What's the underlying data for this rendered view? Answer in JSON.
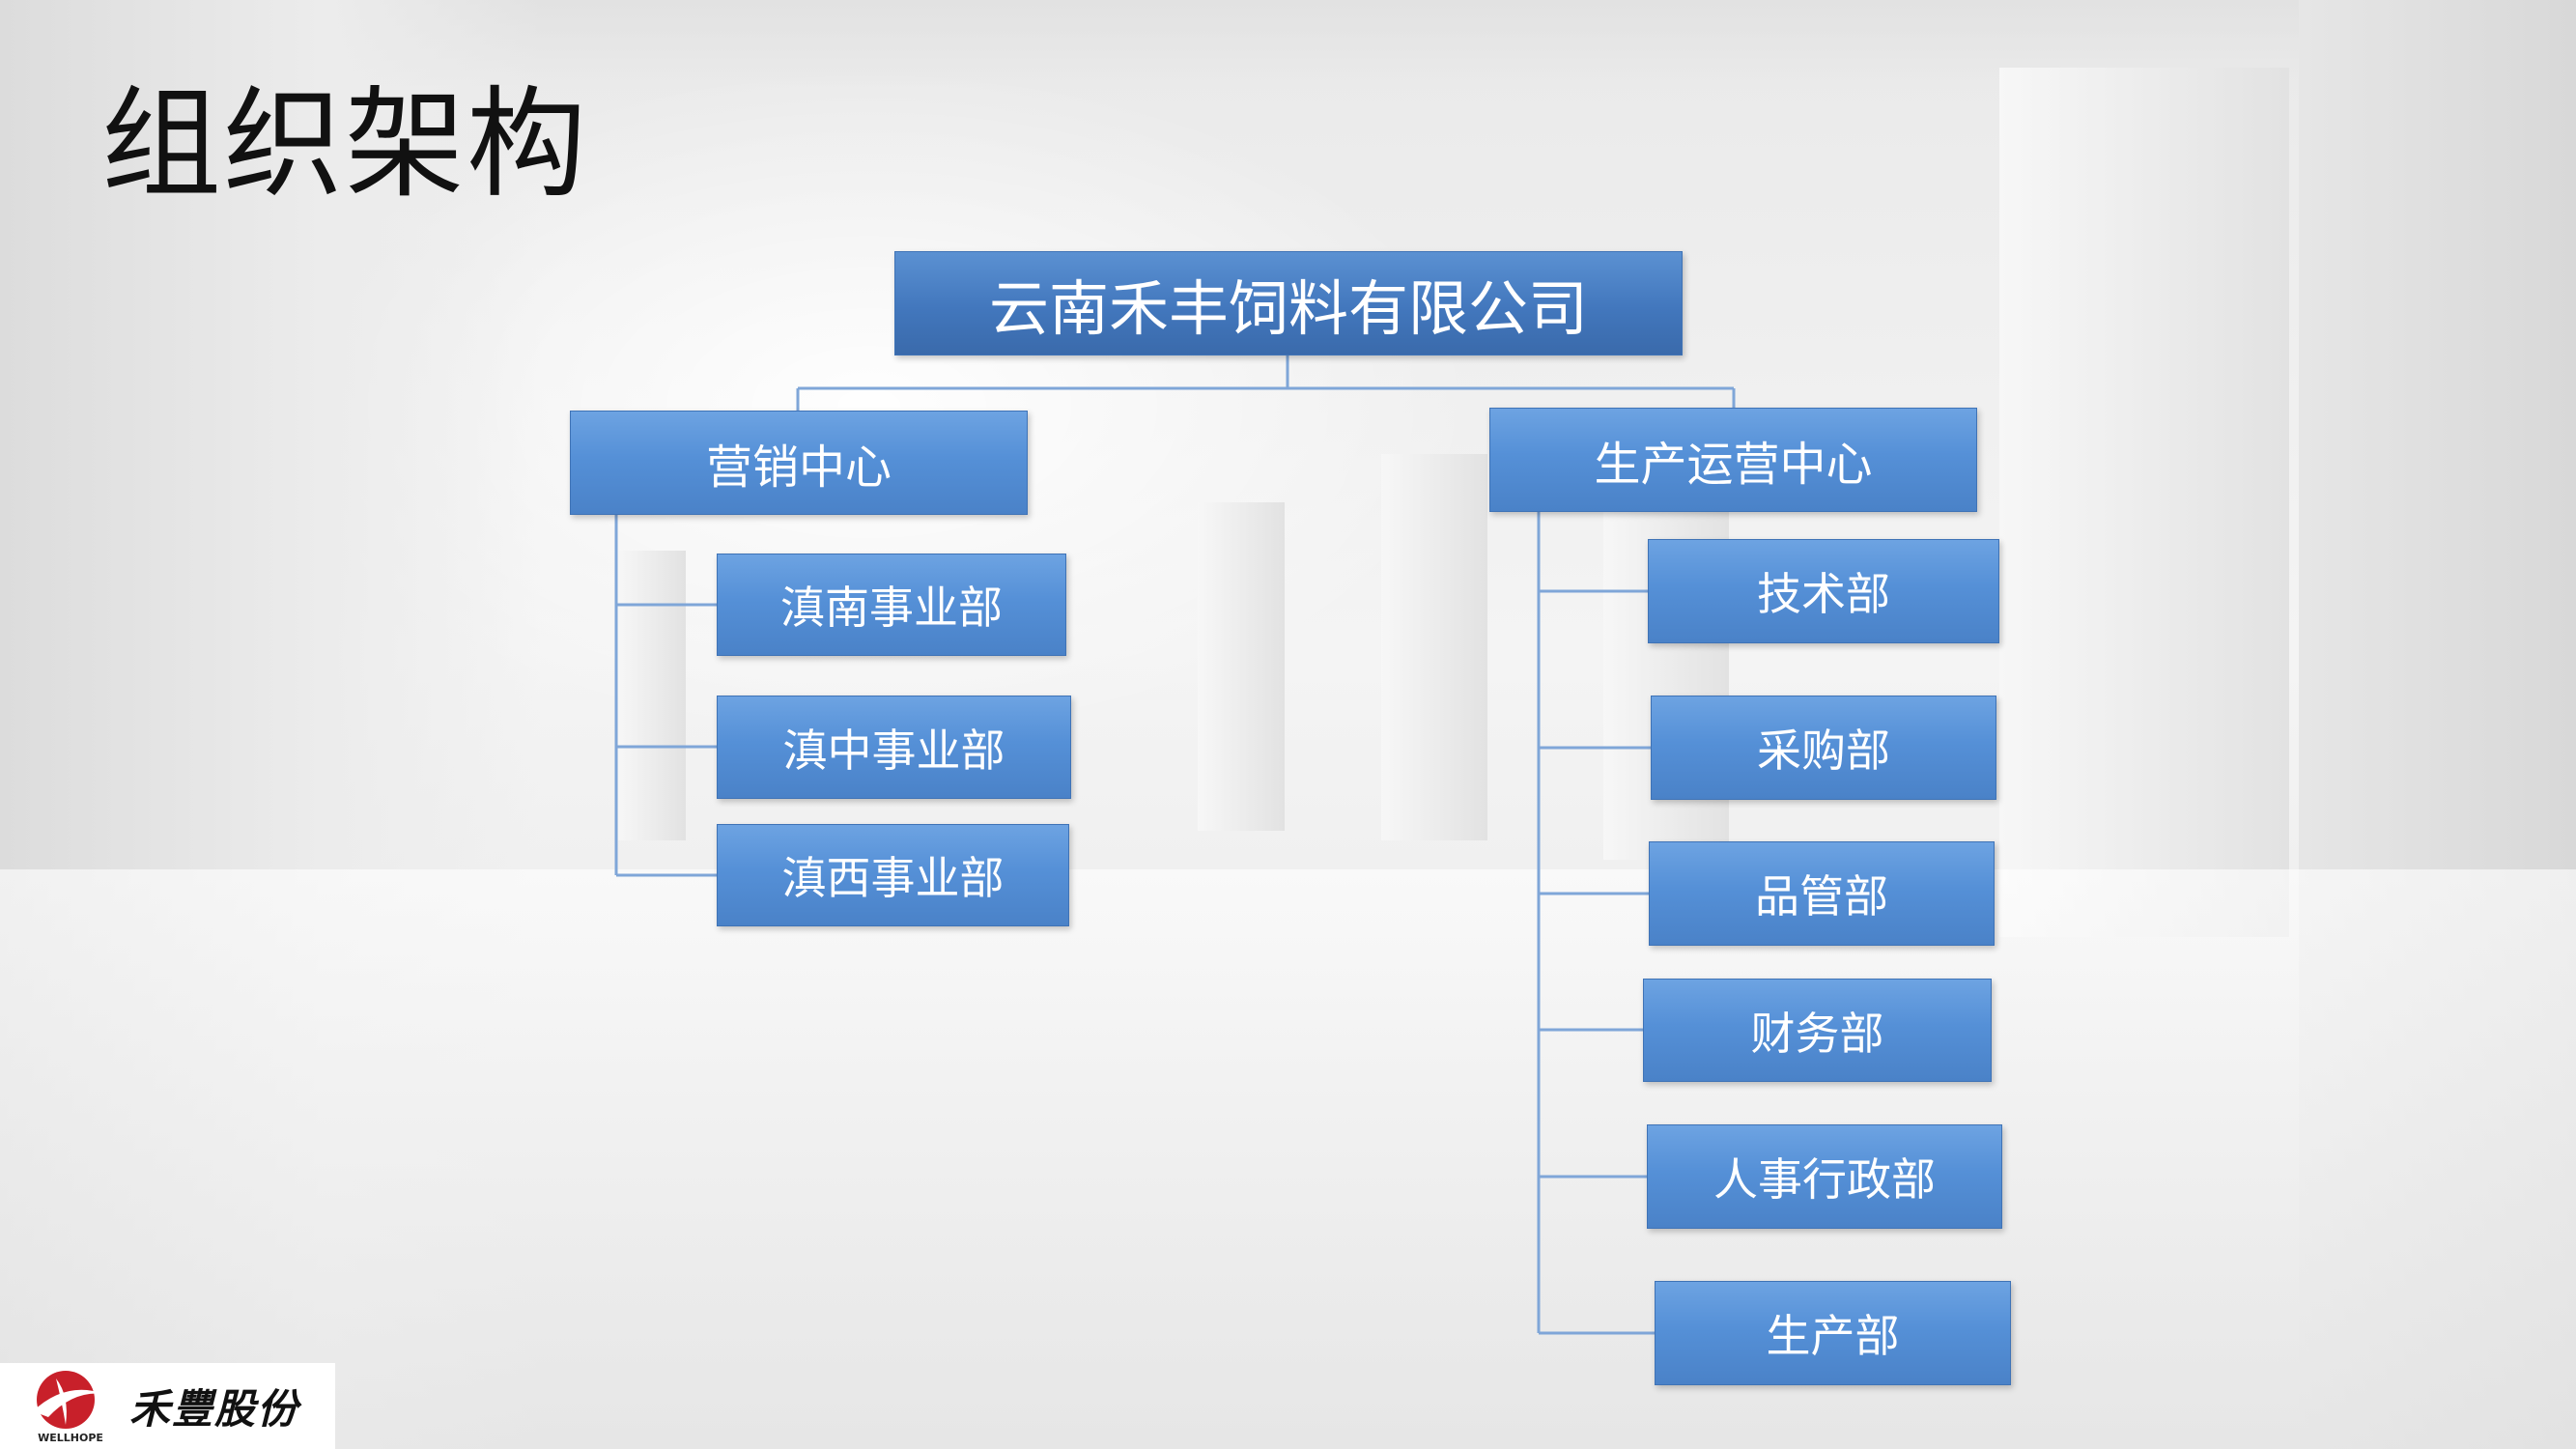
{
  "page": {
    "title": "组织架构"
  },
  "org": {
    "root": "云南禾丰饲料有限公司",
    "marketing": {
      "label": "营销中心",
      "children": [
        "滇南事业部",
        "滇中事业部",
        "滇西事业部"
      ]
    },
    "operations": {
      "label": "生产运营中心",
      "children": [
        "技术部",
        "采购部",
        "品管部",
        "财务部",
        "人事行政部",
        "生产部"
      ]
    }
  },
  "logo": {
    "cn": "禾豐股份",
    "en": "WELLHOPE"
  },
  "colors": {
    "node_blue": "#5590d7",
    "root_blue": "#4277bd",
    "connector": "#7fa6d8",
    "title": "#111111"
  }
}
